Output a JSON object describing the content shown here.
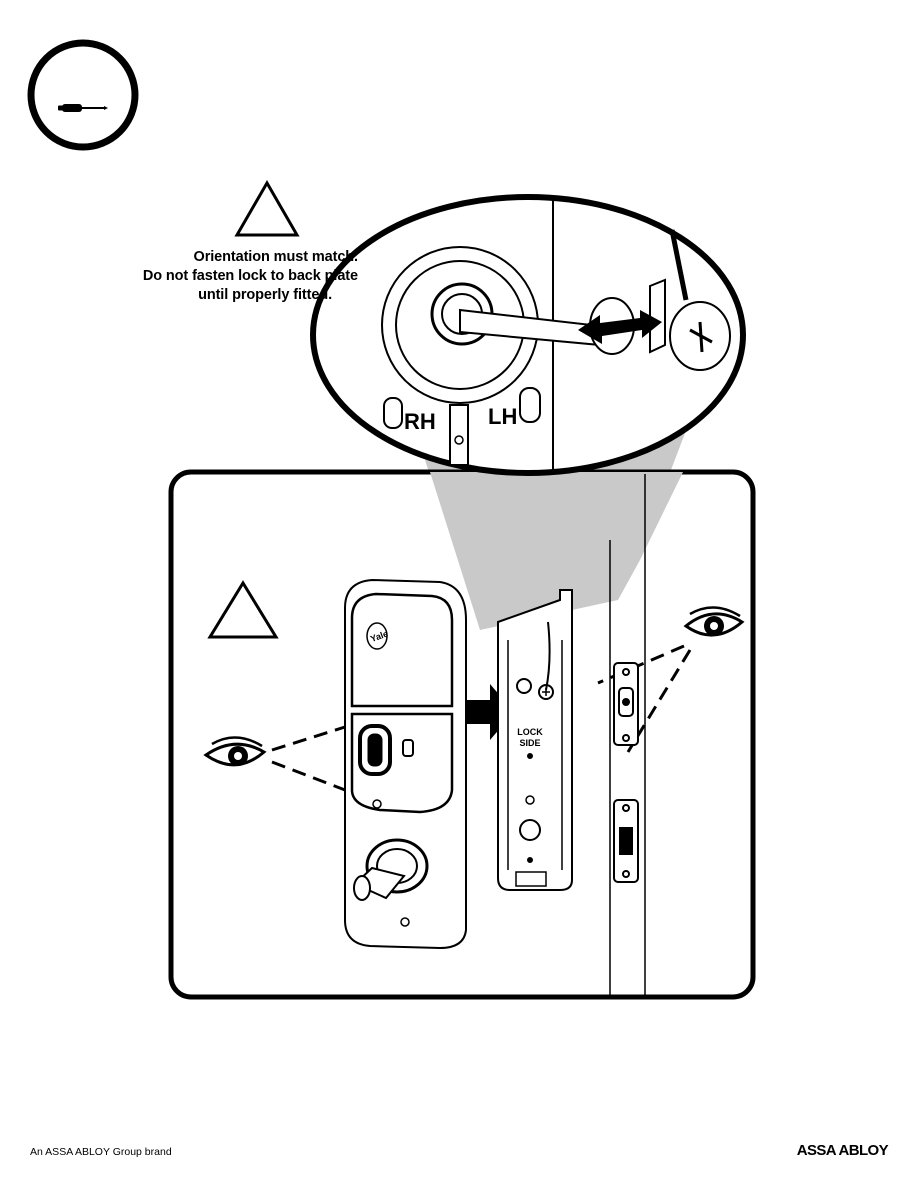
{
  "warning": {
    "line1": "Orientation must match.",
    "line2": "Do not fasten lock to back plate",
    "line3": "until properly fitted."
  },
  "labels": {
    "rh": "RH",
    "lh": "LH",
    "lock_side_1": "LOCK",
    "lock_side_2": "SIDE",
    "brand_badge": "Yale"
  },
  "footer": {
    "left": "An ASSA ABLOY Group brand",
    "right": "ASSA ABLOY"
  },
  "icons": [
    "screwdriver-icon",
    "warning-triangle-icon",
    "eye-icon",
    "arrow-icon"
  ]
}
